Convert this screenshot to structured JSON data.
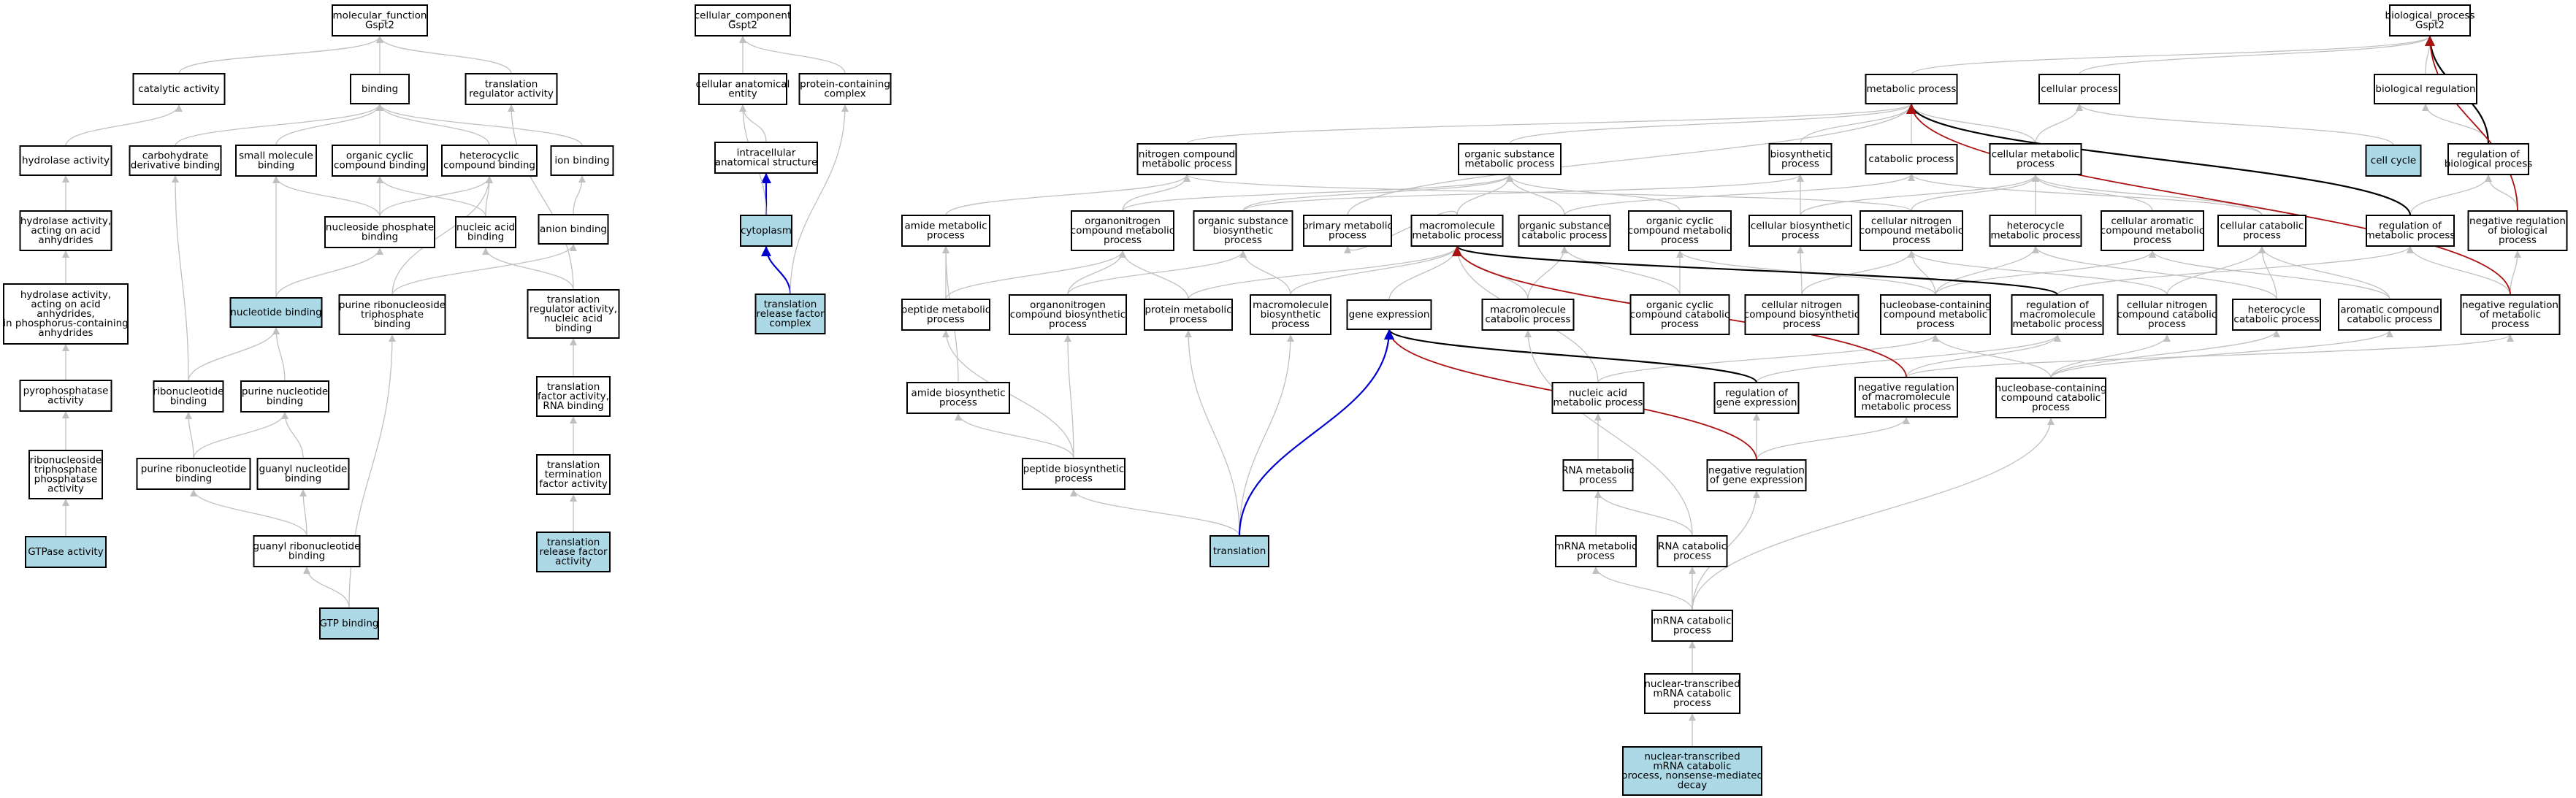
{
  "colors": {
    "node_fill": "#ffffff",
    "highlight_fill": "#add8e6",
    "node_border": "#000000",
    "edge_is_a": "#c0c0c0",
    "edge_part_of": "#0000cc",
    "edge_regulates": "#000000",
    "edge_neg_regulates": "#aa1111"
  },
  "nodes": [
    {
      "id": "mf",
      "lines": [
        "molecular_function",
        "Gspt2"
      ]
    },
    {
      "id": "catalytic",
      "lines": [
        "catalytic activity"
      ]
    },
    {
      "id": "binding",
      "lines": [
        "binding"
      ]
    },
    {
      "id": "tra_reg",
      "lines": [
        "translation",
        "regulator activity"
      ]
    },
    {
      "id": "hydrolase",
      "lines": [
        "hydrolase activity"
      ]
    },
    {
      "id": "carb_deriv",
      "lines": [
        "carbohydrate",
        "derivative binding"
      ]
    },
    {
      "id": "small_mol",
      "lines": [
        "small molecule",
        "binding"
      ]
    },
    {
      "id": "org_cyclic",
      "lines": [
        "organic cyclic",
        "compound binding"
      ]
    },
    {
      "id": "heterocyclic",
      "lines": [
        "heterocyclic",
        "compound binding"
      ]
    },
    {
      "id": "ion_bind",
      "lines": [
        "ion binding"
      ]
    },
    {
      "id": "hyd_acid",
      "lines": [
        "hydrolase activity,",
        "acting on acid",
        "anhydrides"
      ]
    },
    {
      "id": "nucphos",
      "lines": [
        "nucleoside phosphate",
        "binding"
      ]
    },
    {
      "id": "nucacid",
      "lines": [
        "nucleic acid",
        "binding"
      ]
    },
    {
      "id": "anion",
      "lines": [
        "anion binding"
      ]
    },
    {
      "id": "hyd_phos",
      "lines": [
        "hydrolase activity,",
        "acting on acid",
        "anhydrides,",
        "in phosphorus-containing",
        "anhydrides"
      ]
    },
    {
      "id": "nucleotide_b",
      "lines": [
        "nucleotide binding"
      ],
      "hl": true
    },
    {
      "id": "purine_rnst",
      "lines": [
        "purine ribonucleoside",
        "triphosphate",
        "binding"
      ]
    },
    {
      "id": "tra_reg_rna",
      "lines": [
        "translation",
        "regulator activity,",
        "nucleic acid",
        "binding"
      ]
    },
    {
      "id": "pyrophos",
      "lines": [
        "pyrophosphatase",
        "activity"
      ]
    },
    {
      "id": "ribonucleotide",
      "lines": [
        "ribonucleotide",
        "binding"
      ]
    },
    {
      "id": "purine_nt",
      "lines": [
        "purine nucleotide",
        "binding"
      ]
    },
    {
      "id": "tra_factor",
      "lines": [
        "translation",
        "factor activity,",
        "RNA binding"
      ]
    },
    {
      "id": "rntp_ase",
      "lines": [
        "ribonucleoside",
        "triphosphate",
        "phosphatase",
        "activity"
      ]
    },
    {
      "id": "purine_rnt",
      "lines": [
        "purine ribonucleotide",
        "binding"
      ]
    },
    {
      "id": "guanyl_nt",
      "lines": [
        "guanyl nucleotide",
        "binding"
      ]
    },
    {
      "id": "tra_term",
      "lines": [
        "translation",
        "termination",
        "factor activity"
      ]
    },
    {
      "id": "gtpase",
      "lines": [
        "GTPase activity"
      ],
      "hl": true
    },
    {
      "id": "guanyl_rnt",
      "lines": [
        "guanyl ribonucleotide",
        "binding"
      ]
    },
    {
      "id": "tra_release",
      "lines": [
        "translation",
        "release factor",
        "activity"
      ],
      "hl": true
    },
    {
      "id": "gtp",
      "lines": [
        "GTP binding"
      ],
      "hl": true
    },
    {
      "id": "cc",
      "lines": [
        "cellular_component",
        "Gspt2"
      ]
    },
    {
      "id": "cae",
      "lines": [
        "cellular anatomical",
        "entity"
      ]
    },
    {
      "id": "pcc",
      "lines": [
        "protein-containing",
        "complex"
      ]
    },
    {
      "id": "ias",
      "lines": [
        "intracellular",
        "anatomical structure"
      ]
    },
    {
      "id": "cytoplasm",
      "lines": [
        "cytoplasm"
      ],
      "hl": true
    },
    {
      "id": "trfc",
      "lines": [
        "translation",
        "release factor",
        "complex"
      ],
      "hl": true
    },
    {
      "id": "bp",
      "lines": [
        "biological_process",
        "Gspt2"
      ]
    },
    {
      "id": "metabolic",
      "lines": [
        "metabolic process"
      ]
    },
    {
      "id": "cellular_p",
      "lines": [
        "cellular process"
      ]
    },
    {
      "id": "bio_reg",
      "lines": [
        "biological regulation"
      ]
    },
    {
      "id": "ncmp",
      "lines": [
        "nitrogen compound",
        "metabolic process"
      ]
    },
    {
      "id": "osmp",
      "lines": [
        "organic substance",
        "metabolic process"
      ]
    },
    {
      "id": "biosyn",
      "lines": [
        "biosynthetic",
        "process"
      ]
    },
    {
      "id": "catab",
      "lines": [
        "catabolic process"
      ]
    },
    {
      "id": "cmp",
      "lines": [
        "cellular metabolic",
        "process"
      ]
    },
    {
      "id": "cellcycle",
      "lines": [
        "cell cycle"
      ],
      "hl": true
    },
    {
      "id": "reg_bp",
      "lines": [
        "regulation of",
        "biological process"
      ]
    },
    {
      "id": "amide_mp",
      "lines": [
        "amide metabolic",
        "process"
      ]
    },
    {
      "id": "orgN_cmp",
      "lines": [
        "organonitrogen",
        "compound metabolic",
        "process"
      ]
    },
    {
      "id": "osbp",
      "lines": [
        "organic substance",
        "biosynthetic",
        "process"
      ]
    },
    {
      "id": "primary",
      "lines": [
        "primary metabolic",
        "process"
      ]
    },
    {
      "id": "macro_mp",
      "lines": [
        "macromolecule",
        "metabolic process"
      ]
    },
    {
      "id": "oscp",
      "lines": [
        "organic substance",
        "catabolic process"
      ]
    },
    {
      "id": "occmp",
      "lines": [
        "organic cyclic",
        "compound metabolic",
        "process"
      ]
    },
    {
      "id": "cbp",
      "lines": [
        "cellular biosynthetic",
        "process"
      ]
    },
    {
      "id": "cncmp",
      "lines": [
        "cellular nitrogen",
        "compound metabolic",
        "process"
      ]
    },
    {
      "id": "hetero_mp",
      "lines": [
        "heterocycle",
        "metabolic process"
      ]
    },
    {
      "id": "cacmp",
      "lines": [
        "cellular aromatic",
        "compound metabolic",
        "process"
      ]
    },
    {
      "id": "ccp",
      "lines": [
        "cellular catabolic",
        "process"
      ]
    },
    {
      "id": "reg_mp",
      "lines": [
        "regulation of",
        "metabolic process"
      ]
    },
    {
      "id": "negreg_bp",
      "lines": [
        "negative regulation",
        "of biological",
        "process"
      ]
    },
    {
      "id": "peptide_mp",
      "lines": [
        "peptide metabolic",
        "process"
      ]
    },
    {
      "id": "orgN_cbp",
      "lines": [
        "organonitrogen",
        "compound biosynthetic",
        "process"
      ]
    },
    {
      "id": "protein_mp",
      "lines": [
        "protein metabolic",
        "process"
      ]
    },
    {
      "id": "macro_bp",
      "lines": [
        "macromolecule",
        "biosynthetic",
        "process"
      ]
    },
    {
      "id": "gene_exp",
      "lines": [
        "gene expression"
      ]
    },
    {
      "id": "macro_cp",
      "lines": [
        "macromolecule",
        "catabolic process"
      ]
    },
    {
      "id": "occcp",
      "lines": [
        "organic cyclic",
        "compound catabolic",
        "process"
      ]
    },
    {
      "id": "cncbp",
      "lines": [
        "cellular nitrogen",
        "compound biosynthetic",
        "process"
      ]
    },
    {
      "id": "nbcmp",
      "lines": [
        "nucleobase-containing",
        "compound metabolic",
        "process"
      ]
    },
    {
      "id": "reg_macro_mp",
      "lines": [
        "regulation of",
        "macromolecule",
        "metabolic process"
      ]
    },
    {
      "id": "cnccp",
      "lines": [
        "cellular nitrogen",
        "compound catabolic",
        "process"
      ]
    },
    {
      "id": "hetero_cp",
      "lines": [
        "heterocycle",
        "catabolic process"
      ]
    },
    {
      "id": "arom_cp",
      "lines": [
        "aromatic compound",
        "catabolic process"
      ]
    },
    {
      "id": "negreg_mp",
      "lines": [
        "negative regulation",
        "of metabolic",
        "process"
      ]
    },
    {
      "id": "amide_bp",
      "lines": [
        "amide biosynthetic",
        "process"
      ]
    },
    {
      "id": "nucacid_mp",
      "lines": [
        "nucleic acid",
        "metabolic process"
      ]
    },
    {
      "id": "reg_gene_exp",
      "lines": [
        "regulation of",
        "gene expression"
      ]
    },
    {
      "id": "negreg_macro",
      "lines": [
        "negative regulation",
        "of macromolecule",
        "metabolic process"
      ]
    },
    {
      "id": "nbccp",
      "lines": [
        "nucleobase-containing",
        "compound catabolic",
        "process"
      ]
    },
    {
      "id": "peptide_bp",
      "lines": [
        "peptide biosynthetic",
        "process"
      ]
    },
    {
      "id": "rna_mp",
      "lines": [
        "RNA metabolic",
        "process"
      ]
    },
    {
      "id": "negreg_gene",
      "lines": [
        "negative regulation",
        "of gene expression"
      ]
    },
    {
      "id": "translation",
      "lines": [
        "translation"
      ],
      "hl": true
    },
    {
      "id": "mrna_mp",
      "lines": [
        "mRNA metabolic",
        "process"
      ]
    },
    {
      "id": "rna_cp",
      "lines": [
        "RNA catabolic",
        "process"
      ]
    },
    {
      "id": "mrna_cp",
      "lines": [
        "mRNA catabolic",
        "process"
      ]
    },
    {
      "id": "ntmrna_cp",
      "lines": [
        "nuclear-transcribed",
        "mRNA catabolic",
        "process"
      ]
    },
    {
      "id": "nmd",
      "lines": [
        "nuclear-transcribed",
        "mRNA catabolic",
        "process, nonsense-mediated",
        "decay"
      ],
      "hl": true
    }
  ],
  "edges": [
    [
      "catalytic",
      "mf",
      "is_a"
    ],
    [
      "binding",
      "mf",
      "is_a"
    ],
    [
      "tra_reg",
      "mf",
      "is_a"
    ],
    [
      "hydrolase",
      "catalytic",
      "is_a"
    ],
    [
      "carb_deriv",
      "binding",
      "is_a"
    ],
    [
      "small_mol",
      "binding",
      "is_a"
    ],
    [
      "org_cyclic",
      "binding",
      "is_a"
    ],
    [
      "heterocyclic",
      "binding",
      "is_a"
    ],
    [
      "ion_bind",
      "binding",
      "is_a"
    ],
    [
      "hyd_acid",
      "hydrolase",
      "is_a"
    ],
    [
      "nucphos",
      "org_cyclic",
      "is_a"
    ],
    [
      "nucphos",
      "heterocyclic",
      "is_a"
    ],
    [
      "nucphos",
      "small_mol",
      "is_a"
    ],
    [
      "nucacid",
      "heterocyclic",
      "is_a"
    ],
    [
      "nucacid",
      "org_cyclic",
      "is_a"
    ],
    [
      "anion",
      "ion_bind",
      "is_a"
    ],
    [
      "hyd_phos",
      "hyd_acid",
      "is_a"
    ],
    [
      "nucleotide_b",
      "nucphos",
      "is_a"
    ],
    [
      "nucleotide_b",
      "small_mol",
      "is_a"
    ],
    [
      "purine_rnst",
      "anion",
      "is_a"
    ],
    [
      "purine_rnst",
      "heterocyclic",
      "is_a"
    ],
    [
      "tra_reg_rna",
      "tra_reg",
      "is_a"
    ],
    [
      "tra_reg_rna",
      "nucacid",
      "is_a"
    ],
    [
      "pyrophos",
      "hyd_phos",
      "is_a"
    ],
    [
      "ribonucleotide",
      "nucleotide_b",
      "is_a"
    ],
    [
      "ribonucleotide",
      "carb_deriv",
      "is_a"
    ],
    [
      "purine_nt",
      "nucleotide_b",
      "is_a"
    ],
    [
      "tra_factor",
      "tra_reg_rna",
      "is_a"
    ],
    [
      "rntp_ase",
      "pyrophos",
      "is_a"
    ],
    [
      "purine_rnt",
      "ribonucleotide",
      "is_a"
    ],
    [
      "purine_rnt",
      "purine_nt",
      "is_a"
    ],
    [
      "guanyl_nt",
      "purine_nt",
      "is_a"
    ],
    [
      "tra_term",
      "tra_factor",
      "is_a"
    ],
    [
      "gtpase",
      "rntp_ase",
      "is_a"
    ],
    [
      "guanyl_rnt",
      "purine_rnt",
      "is_a"
    ],
    [
      "guanyl_rnt",
      "guanyl_nt",
      "is_a"
    ],
    [
      "tra_release",
      "tra_term",
      "is_a"
    ],
    [
      "gtp",
      "guanyl_rnt",
      "is_a"
    ],
    [
      "gtp",
      "purine_rnst",
      "is_a"
    ],
    [
      "cae",
      "cc",
      "is_a"
    ],
    [
      "pcc",
      "cc",
      "is_a"
    ],
    [
      "ias",
      "cae",
      "is_a"
    ],
    [
      "cytoplasm",
      "ias",
      "part_of"
    ],
    [
      "cytoplasm",
      "cae",
      "is_a"
    ],
    [
      "trfc",
      "cytoplasm",
      "part_of"
    ],
    [
      "trfc",
      "pcc",
      "is_a"
    ],
    [
      "metabolic",
      "bp",
      "is_a"
    ],
    [
      "cellular_p",
      "bp",
      "is_a"
    ],
    [
      "bio_reg",
      "bp",
      "is_a"
    ],
    [
      "ncmp",
      "metabolic",
      "is_a"
    ],
    [
      "osmp",
      "metabolic",
      "is_a"
    ],
    [
      "biosyn",
      "metabolic",
      "is_a"
    ],
    [
      "catab",
      "metabolic",
      "is_a"
    ],
    [
      "cmp",
      "metabolic",
      "is_a"
    ],
    [
      "cmp",
      "cellular_p",
      "is_a"
    ],
    [
      "cellcycle",
      "cellular_p",
      "is_a"
    ],
    [
      "reg_bp",
      "bio_reg",
      "is_a"
    ],
    [
      "reg_bp",
      "bp",
      "regulates"
    ],
    [
      "amide_mp",
      "ncmp",
      "is_a"
    ],
    [
      "orgN_cmp",
      "ncmp",
      "is_a"
    ],
    [
      "orgN_cmp",
      "osmp",
      "is_a"
    ],
    [
      "osbp",
      "osmp",
      "is_a"
    ],
    [
      "osbp",
      "biosyn",
      "is_a"
    ],
    [
      "primary",
      "metabolic",
      "is_a"
    ],
    [
      "macro_mp",
      "osmp",
      "is_a"
    ],
    [
      "macro_mp",
      "primary",
      "is_a"
    ],
    [
      "oscp",
      "osmp",
      "is_a"
    ],
    [
      "oscp",
      "catab",
      "is_a"
    ],
    [
      "occmp",
      "osmp",
      "is_a"
    ],
    [
      "cbp",
      "biosyn",
      "is_a"
    ],
    [
      "cbp",
      "cmp",
      "is_a"
    ],
    [
      "cncmp",
      "ncmp",
      "is_a"
    ],
    [
      "cncmp",
      "cmp",
      "is_a"
    ],
    [
      "hetero_mp",
      "cmp",
      "is_a"
    ],
    [
      "cacmp",
      "cmp",
      "is_a"
    ],
    [
      "ccp",
      "cmp",
      "is_a"
    ],
    [
      "ccp",
      "catab",
      "is_a"
    ],
    [
      "reg_mp",
      "reg_bp",
      "is_a"
    ],
    [
      "reg_mp",
      "metabolic",
      "regulates"
    ],
    [
      "negreg_bp",
      "reg_bp",
      "is_a"
    ],
    [
      "negreg_bp",
      "bp",
      "neg_regulates"
    ],
    [
      "peptide_mp",
      "amide_mp",
      "is_a"
    ],
    [
      "peptide_mp",
      "orgN_cmp",
      "is_a"
    ],
    [
      "orgN_cbp",
      "orgN_cmp",
      "is_a"
    ],
    [
      "orgN_cbp",
      "osbp",
      "is_a"
    ],
    [
      "protein_mp",
      "orgN_cmp",
      "is_a"
    ],
    [
      "protein_mp",
      "macro_mp",
      "is_a"
    ],
    [
      "macro_bp",
      "macro_mp",
      "is_a"
    ],
    [
      "macro_bp",
      "osbp",
      "is_a"
    ],
    [
      "gene_exp",
      "macro_mp",
      "is_a"
    ],
    [
      "macro_cp",
      "macro_mp",
      "is_a"
    ],
    [
      "macro_cp",
      "oscp",
      "is_a"
    ],
    [
      "occcp",
      "occmp",
      "is_a"
    ],
    [
      "occcp",
      "oscp",
      "is_a"
    ],
    [
      "cncbp",
      "cncmp",
      "is_a"
    ],
    [
      "cncbp",
      "cbp",
      "is_a"
    ],
    [
      "nbcmp",
      "cncmp",
      "is_a"
    ],
    [
      "nbcmp",
      "hetero_mp",
      "is_a"
    ],
    [
      "nbcmp",
      "cacmp",
      "is_a"
    ],
    [
      "nbcmp",
      "occmp",
      "is_a"
    ],
    [
      "reg_macro_mp",
      "reg_mp",
      "is_a"
    ],
    [
      "reg_macro_mp",
      "macro_mp",
      "regulates"
    ],
    [
      "cnccp",
      "cncmp",
      "is_a"
    ],
    [
      "cnccp",
      "ccp",
      "is_a"
    ],
    [
      "hetero_cp",
      "hetero_mp",
      "is_a"
    ],
    [
      "hetero_cp",
      "ccp",
      "is_a"
    ],
    [
      "arom_cp",
      "cacmp",
      "is_a"
    ],
    [
      "arom_cp",
      "ccp",
      "is_a"
    ],
    [
      "negreg_mp",
      "reg_mp",
      "is_a"
    ],
    [
      "negreg_mp",
      "negreg_bp",
      "is_a"
    ],
    [
      "negreg_mp",
      "metabolic",
      "neg_regulates"
    ],
    [
      "amide_bp",
      "amide_mp",
      "is_a"
    ],
    [
      "nucacid_mp",
      "nbcmp",
      "is_a"
    ],
    [
      "nucacid_mp",
      "macro_mp",
      "is_a"
    ],
    [
      "reg_gene_exp",
      "reg_macro_mp",
      "is_a"
    ],
    [
      "reg_gene_exp",
      "gene_exp",
      "regulates"
    ],
    [
      "negreg_macro",
      "reg_macro_mp",
      "is_a"
    ],
    [
      "negreg_macro",
      "negreg_mp",
      "is_a"
    ],
    [
      "negreg_macro",
      "macro_mp",
      "neg_regulates"
    ],
    [
      "nbccp",
      "nbcmp",
      "is_a"
    ],
    [
      "nbccp",
      "hetero_cp",
      "is_a"
    ],
    [
      "nbccp",
      "arom_cp",
      "is_a"
    ],
    [
      "nbccp",
      "cnccp",
      "is_a"
    ],
    [
      "peptide_bp",
      "amide_bp",
      "is_a"
    ],
    [
      "peptide_bp",
      "peptide_mp",
      "is_a"
    ],
    [
      "peptide_bp",
      "orgN_cbp",
      "is_a"
    ],
    [
      "rna_mp",
      "nucacid_mp",
      "is_a"
    ],
    [
      "negreg_gene",
      "reg_gene_exp",
      "is_a"
    ],
    [
      "negreg_gene",
      "negreg_macro",
      "is_a"
    ],
    [
      "negreg_gene",
      "gene_exp",
      "neg_regulates"
    ],
    [
      "translation",
      "peptide_bp",
      "is_a"
    ],
    [
      "translation",
      "protein_mp",
      "is_a"
    ],
    [
      "translation",
      "macro_bp",
      "is_a"
    ],
    [
      "translation",
      "gene_exp",
      "part_of"
    ],
    [
      "mrna_mp",
      "rna_mp",
      "is_a"
    ],
    [
      "rna_cp",
      "rna_mp",
      "is_a"
    ],
    [
      "rna_cp",
      "macro_cp",
      "is_a"
    ],
    [
      "mrna_cp",
      "mrna_mp",
      "is_a"
    ],
    [
      "mrna_cp",
      "rna_cp",
      "is_a"
    ],
    [
      "mrna_cp",
      "nbccp",
      "is_a"
    ],
    [
      "mrna_cp",
      "negreg_gene",
      "is_a"
    ],
    [
      "ntmrna_cp",
      "mrna_cp",
      "is_a"
    ],
    [
      "nmd",
      "ntmrna_cp",
      "is_a"
    ]
  ]
}
